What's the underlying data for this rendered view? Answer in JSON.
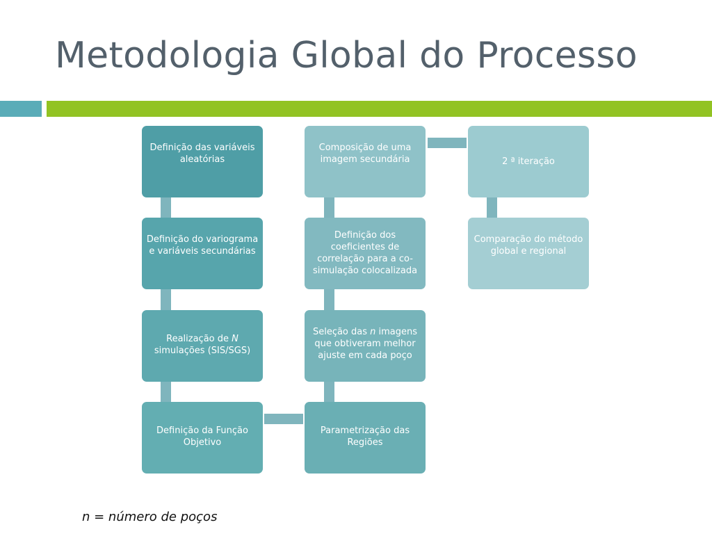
{
  "slide": {
    "title": "Metodologia Global do Processo",
    "footnote": "n = número de poços"
  },
  "colors": {
    "accent_blue": "#5aacb8",
    "accent_green": "#92c323",
    "title_text": "#53606b",
    "column1": [
      "#4f9ea6",
      "#57a5ac",
      "#5ea9af",
      "#63aeb2"
    ],
    "column2": [
      "#8fc2c8",
      "#82b9c0",
      "#77b4ba",
      "#6aafb4"
    ],
    "column3": [
      "#9ccbd0",
      "#a4ced3"
    ],
    "connector": "#7fb5bd"
  },
  "diagram": {
    "column1": [
      {
        "label": "Definição das variáveis aleatórias"
      },
      {
        "label": "Definição do variograma e variáveis secundárias"
      },
      {
        "label": "Realização de N simulações (SIS/SGS)"
      },
      {
        "label": "Definição da Função Objetivo"
      }
    ],
    "column2": [
      {
        "label": "Composição de uma imagem secundária"
      },
      {
        "label": "Definição dos coeficientes de correlação para a co-simulação colocalizada"
      },
      {
        "label": "Seleção das n imagens que obtiveram melhor ajuste em cada poço"
      },
      {
        "label": "Parametrização das Regiões"
      }
    ],
    "column3": [
      {
        "label": "2 ª iteração"
      },
      {
        "label": "Comparação do método global e regional"
      }
    ]
  }
}
